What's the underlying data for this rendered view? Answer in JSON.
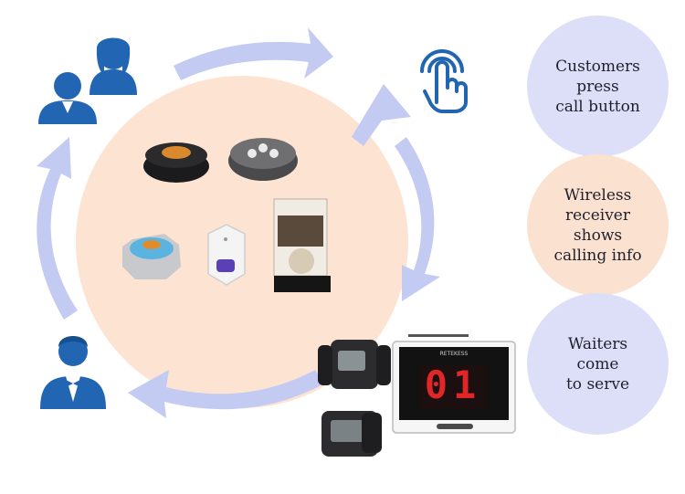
{
  "steps": [
    {
      "text": "Customers\npress\n call button",
      "color": "#dcdff7"
    },
    {
      "text": "Wireless\nreceiver\nshows\ncalling info",
      "color": "#fbe1cf"
    },
    {
      "text": "Waiters\ncome\nto serve",
      "color": "#dcdff7"
    }
  ],
  "receiver": {
    "display": "01",
    "brand": "RETEKESS"
  },
  "colors": {
    "icon_blue": "#2266b3",
    "arrow": "#c3cbf2",
    "center": "#fde3d2",
    "led_red": "#e02626"
  },
  "icons": [
    "customers-icon",
    "hand-tap-icon",
    "waiter-icon"
  ]
}
